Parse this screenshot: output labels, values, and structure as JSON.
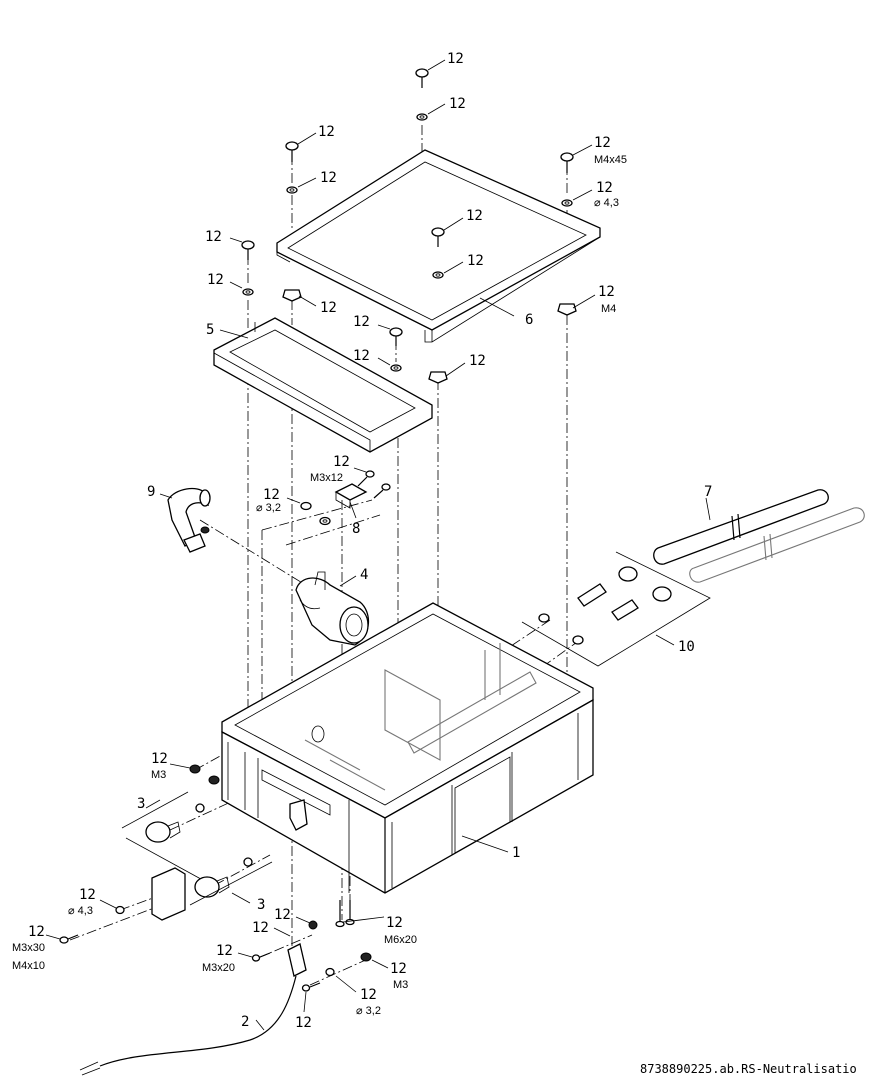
{
  "callouts": {
    "c12_a": "12",
    "c12_b": "12",
    "c12_c": "12",
    "c12_d": "12",
    "c12_e": "12",
    "c12_f": "12",
    "c12_g": "12",
    "c12_h": "12",
    "c12_i": "12",
    "c12_j": "12",
    "c12_k": "12",
    "c12_l": "12",
    "c12_m": "12",
    "c12_n": "12",
    "c12_o": "12",
    "c12_p": "12",
    "c12_q": "12",
    "c12_r": "12",
    "c12_s": "12",
    "c12_t": "12",
    "c12_u": "12",
    "c12_v": "12",
    "c12_w": "12",
    "c12_x": "12",
    "c12_y": "12",
    "c12_z": "12",
    "c1": "1",
    "c2": "2",
    "c3_a": "3",
    "c3_b": "3",
    "c4": "4",
    "c5": "5",
    "c6": "6",
    "c7": "7",
    "c8": "8",
    "c9": "9",
    "c10": "10"
  },
  "specs": {
    "m4x45": "M4x45",
    "d43_top": "⌀ 4,3",
    "m4": "M4",
    "m3x12": "M3x12",
    "d32_mid": "⌀ 3,2",
    "m3_left": "M3",
    "d43_left": "⌀ 4,3",
    "m3x30": "M3x30",
    "m4x10": "M4x10",
    "m3x20": "M3x20",
    "m6x20": "M6x20",
    "m3_right": "M3",
    "d32_bottom": "⌀ 3,2"
  },
  "reference": "8738890225.ab.RS-Neutralisatio"
}
